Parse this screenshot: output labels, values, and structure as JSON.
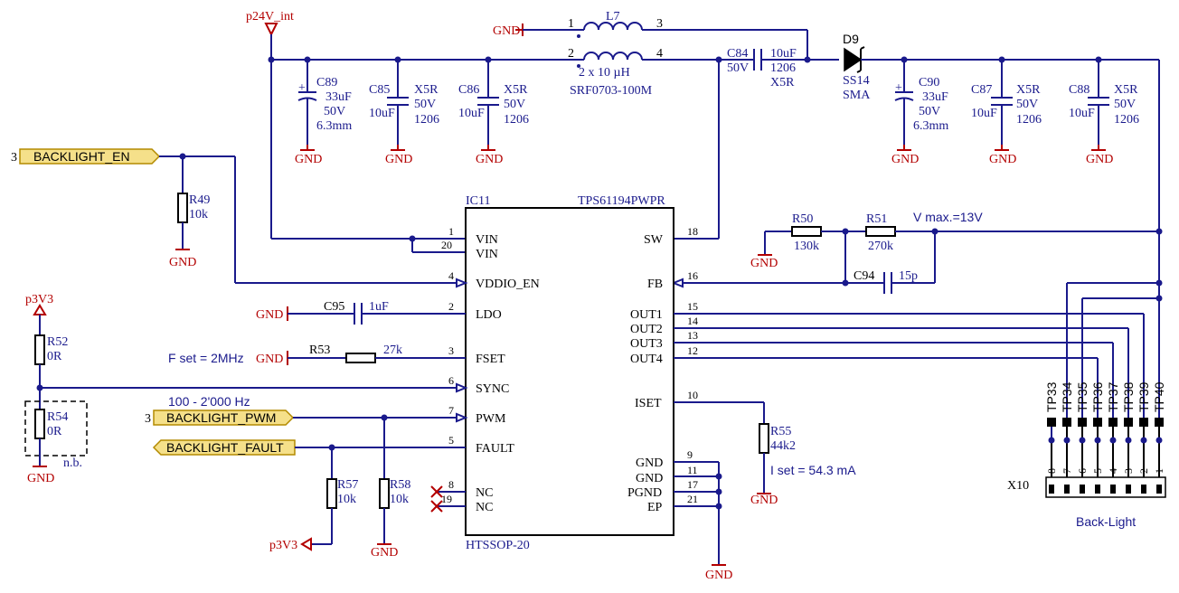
{
  "nets": {
    "p24v": "p24V_int",
    "gnd": "GND",
    "p3v3": "p3V3",
    "backlight_en": "BACKLIGHT_EN",
    "backlight_pwm": "BACKLIGHT_PWM",
    "backlight_fault": "BACKLIGHT_FAULT",
    "sheet_en": "3",
    "sheet_pwm": "3"
  },
  "ic": {
    "ref": "IC11",
    "part": "TPS61194PWPR",
    "package": "HTSSOP-20",
    "left_pins": [
      {
        "num": "1",
        "name": "VIN"
      },
      {
        "num": "20",
        "name": "VIN"
      },
      {
        "num": "4",
        "name": "VDDIO_EN"
      },
      {
        "num": "2",
        "name": "LDO"
      },
      {
        "num": "3",
        "name": "FSET"
      },
      {
        "num": "6",
        "name": "SYNC"
      },
      {
        "num": "7",
        "name": "PWM"
      },
      {
        "num": "5",
        "name": "FAULT"
      },
      {
        "num": "8",
        "name": "NC"
      },
      {
        "num": "19",
        "name": "NC"
      }
    ],
    "right_pins": [
      {
        "num": "18",
        "name": "SW"
      },
      {
        "num": "16",
        "name": "FB"
      },
      {
        "num": "15",
        "name": "OUT1"
      },
      {
        "num": "14",
        "name": "OUT2"
      },
      {
        "num": "13",
        "name": "OUT3"
      },
      {
        "num": "12",
        "name": "OUT4"
      },
      {
        "num": "10",
        "name": "ISET"
      },
      {
        "num": "9",
        "name": "GND"
      },
      {
        "num": "11",
        "name": "GND"
      },
      {
        "num": "17",
        "name": "PGND"
      },
      {
        "num": "21",
        "name": "EP"
      }
    ]
  },
  "inductor": {
    "ref": "L7",
    "value": "2 x 10 µH",
    "part": "SRF0703-100M",
    "p1": "1",
    "p2": "2",
    "p3": "3",
    "p4": "4"
  },
  "diode": {
    "ref": "D9",
    "part": "SS14",
    "package": "SMA"
  },
  "caps": {
    "c89": {
      "ref": "C89",
      "value": "33uF",
      "v": "50V",
      "s": "6.3mm"
    },
    "c85": {
      "ref": "C85",
      "value": "10uF",
      "d": "X5R",
      "v": "50V",
      "s": "1206"
    },
    "c86": {
      "ref": "C86",
      "value": "10uF",
      "d": "X5R",
      "v": "50V",
      "s": "1206"
    },
    "c84": {
      "ref": "C84",
      "value": "10uF",
      "v": "50V",
      "s": "1206",
      "d": "X5R"
    },
    "c90": {
      "ref": "C90",
      "value": "33uF",
      "v": "50V",
      "s": "6.3mm"
    },
    "c87": {
      "ref": "C87",
      "value": "10uF",
      "d": "X5R",
      "v": "50V",
      "s": "1206"
    },
    "c88": {
      "ref": "C88",
      "value": "10uF",
      "d": "X5R",
      "v": "50V",
      "s": "1206"
    },
    "c95": {
      "ref": "C95",
      "value": "1uF"
    },
    "c94": {
      "ref": "C94",
      "value": "15p"
    }
  },
  "resistors": {
    "r49": {
      "ref": "R49",
      "value": "10k"
    },
    "r50": {
      "ref": "R50",
      "value": "130k"
    },
    "r51": {
      "ref": "R51",
      "value": "270k"
    },
    "r52": {
      "ref": "R52",
      "value": "0R"
    },
    "r53": {
      "ref": "R53",
      "value": "27k"
    },
    "r54": {
      "ref": "R54",
      "value": "0R"
    },
    "r55": {
      "ref": "R55",
      "value": "44k2"
    },
    "r57": {
      "ref": "R57",
      "value": "10k"
    },
    "r58": {
      "ref": "R58",
      "value": "10k"
    }
  },
  "notes": {
    "vmax": "V max.=13V",
    "fset": "F set = 2MHz",
    "pwm_range": "100 - 2'000 Hz",
    "iset": "I set = 54.3 mA",
    "nb": "n.b.",
    "plus": "+"
  },
  "connector": {
    "ref": "X10",
    "label": "Back-Light",
    "pins": [
      "8",
      "7",
      "6",
      "5",
      "4",
      "3",
      "2",
      "1"
    ],
    "testpoints": [
      "TP33",
      "TP34",
      "TP35",
      "TP36",
      "TP37",
      "TP38",
      "TP39",
      "TP40"
    ]
  }
}
